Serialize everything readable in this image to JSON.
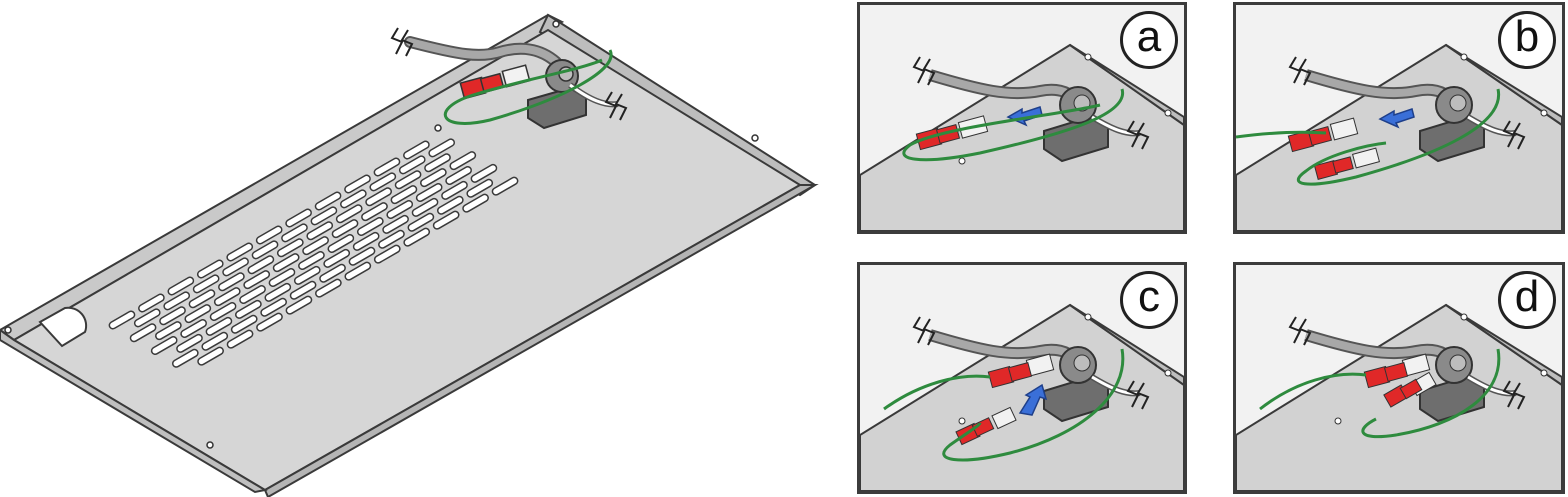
{
  "panels": [
    {
      "label": "a"
    },
    {
      "label": "b"
    },
    {
      "label": "c"
    },
    {
      "label": "d"
    }
  ],
  "colors": {
    "metal": "#d4d4d4",
    "metal_dark": "#9a9a9a",
    "outline": "#3a3a3a",
    "ground_wire": "#2e8b3e",
    "connector_red": "#e02828",
    "connector_white": "#f2f2f2",
    "arrow_blue": "#3a6fd8",
    "bracket": "#6e6e6e"
  },
  "icons": [
    "cable-break-icon",
    "push-arrow-icon",
    "pull-arrow-icon",
    "screw-hole-icon"
  ]
}
